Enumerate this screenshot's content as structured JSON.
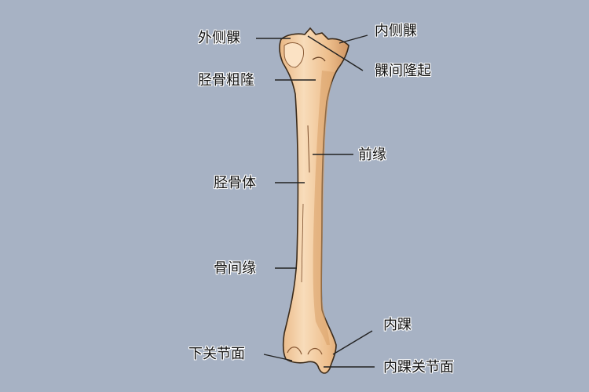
{
  "diagram": {
    "subject": "胫骨 (tibia)",
    "background_color": "#a7b2c4",
    "bone_color": "#f2c99a",
    "bone_shadow_color": "#d9a068",
    "leader_line_color": "#222222",
    "labels": {
      "lateral_condyle": "外侧髁",
      "medial_condyle": "内侧髁",
      "intercondylar_eminence": "髁间隆起",
      "tibial_tuberosity": "胫骨粗隆",
      "anterior_border": "前缘",
      "tibial_shaft": "胫骨体",
      "interosseous_border": "骨间缘",
      "medial_malleolus": "内踝",
      "inferior_articular_surface": "下关节面",
      "medial_malleolus_articular_surface": "内踝关节面"
    }
  }
}
